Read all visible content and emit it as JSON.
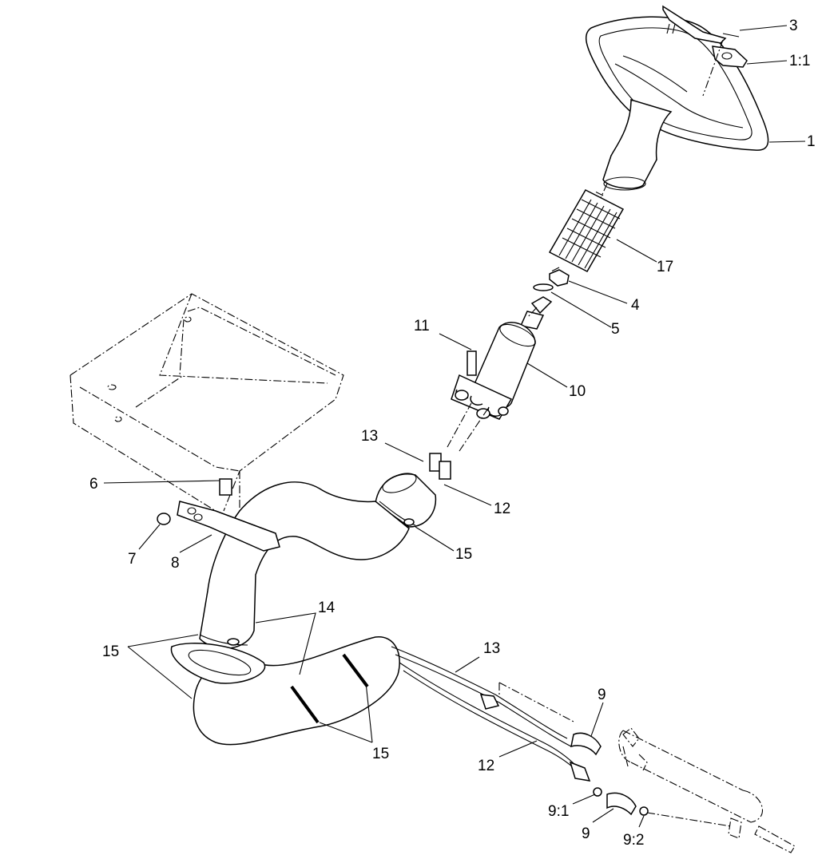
{
  "callouts": {
    "c3": "3",
    "c1_1": "1:1",
    "c1": "1",
    "c17": "17",
    "c4": "4",
    "c5": "5",
    "c11": "11",
    "c10": "10",
    "c13a": "13",
    "c12a": "12",
    "c6": "6",
    "c15a": "15",
    "c7": "7",
    "c8": "8",
    "c14": "14",
    "c15b": "15",
    "c13b": "13",
    "c9a": "9",
    "c15c": "15",
    "c12b": "12",
    "c9_1": "9:1",
    "c9b": "9",
    "c9_2": "9:2"
  }
}
